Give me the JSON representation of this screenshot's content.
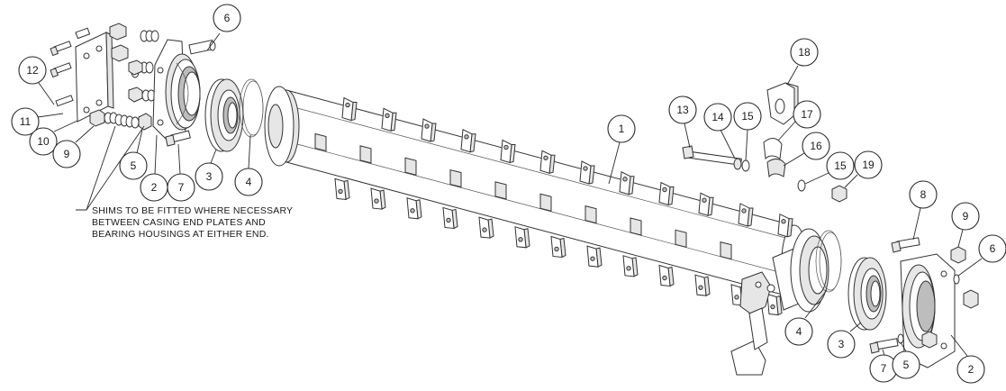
{
  "note": {
    "lines": [
      "SHIMS TO BE FITTED WHERE NECESSARY",
      "BETWEEN CASING END PLATES AND",
      "BEARING HOUSINGS AT EITHER END."
    ]
  },
  "callouts": [
    {
      "id": "c6a",
      "label": "6"
    },
    {
      "id": "c12",
      "label": "12"
    },
    {
      "id": "c11",
      "label": "11"
    },
    {
      "id": "c10",
      "label": "10"
    },
    {
      "id": "c9a",
      "label": "9"
    },
    {
      "id": "c5a",
      "label": "5"
    },
    {
      "id": "c2a",
      "label": "2"
    },
    {
      "id": "c7a",
      "label": "7"
    },
    {
      "id": "c3a",
      "label": "3"
    },
    {
      "id": "c4a",
      "label": "4"
    },
    {
      "id": "c1",
      "label": "1"
    },
    {
      "id": "c13",
      "label": "13"
    },
    {
      "id": "c14",
      "label": "14"
    },
    {
      "id": "c15a",
      "label": "15"
    },
    {
      "id": "c18",
      "label": "18"
    },
    {
      "id": "c17",
      "label": "17"
    },
    {
      "id": "c16",
      "label": "16"
    },
    {
      "id": "c15b",
      "label": "15"
    },
    {
      "id": "c19",
      "label": "19"
    },
    {
      "id": "c8",
      "label": "8"
    },
    {
      "id": "c9b",
      "label": "9"
    },
    {
      "id": "c6b",
      "label": "6"
    },
    {
      "id": "c4b",
      "label": "4"
    },
    {
      "id": "c3b",
      "label": "3"
    },
    {
      "id": "c7b",
      "label": "7"
    },
    {
      "id": "c5b",
      "label": "5"
    },
    {
      "id": "c2b",
      "label": "2"
    }
  ]
}
